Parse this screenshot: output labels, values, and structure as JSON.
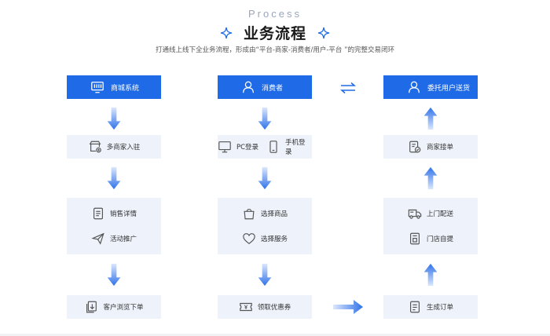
{
  "heading": {
    "eyebrow": "Process",
    "title": "业务流程",
    "subtitle": "打通线上线下全业务流程，形成由“平台-商家-消费者/用户-平台 ”的完整交易闭环"
  },
  "colors": {
    "primary": "#1f6ae6",
    "box_bg": "#eef3fb",
    "arrow_light": "#cfe0fb"
  },
  "columns": {
    "merchant": {
      "header": {
        "label": "商城系统",
        "icon": "monitor-grid-icon"
      },
      "steps": [
        {
          "label": "多商家入驻",
          "icon": "store-add-icon"
        },
        {
          "label": "销售详情",
          "icon": "document-list-icon"
        },
        {
          "label": "活动推广",
          "icon": "paper-plane-icon"
        },
        {
          "label": "客户浏览下单",
          "icon": "copy-download-icon"
        }
      ]
    },
    "consumer": {
      "header": {
        "label": "消费者",
        "icon": "user-icon"
      },
      "steps": [
        {
          "label": "PC登录",
          "icon": "desktop-icon"
        },
        {
          "label": "手机登录",
          "icon": "mobile-icon"
        },
        {
          "label": "选择商品",
          "icon": "shopping-bag-icon"
        },
        {
          "label": "选择服务",
          "icon": "heart-icon"
        },
        {
          "label": "领取优惠券",
          "icon": "coupon-icon"
        }
      ]
    },
    "delivery": {
      "header": {
        "label": "委托用户送货",
        "icon": "user-icon"
      },
      "steps": [
        {
          "label": "商家接单",
          "icon": "order-check-icon"
        },
        {
          "label": "上门配送",
          "icon": "delivery-truck-icon"
        },
        {
          "label": "门店自提",
          "icon": "store-pickup-icon"
        },
        {
          "label": "生成订单",
          "icon": "order-document-icon"
        }
      ]
    }
  }
}
